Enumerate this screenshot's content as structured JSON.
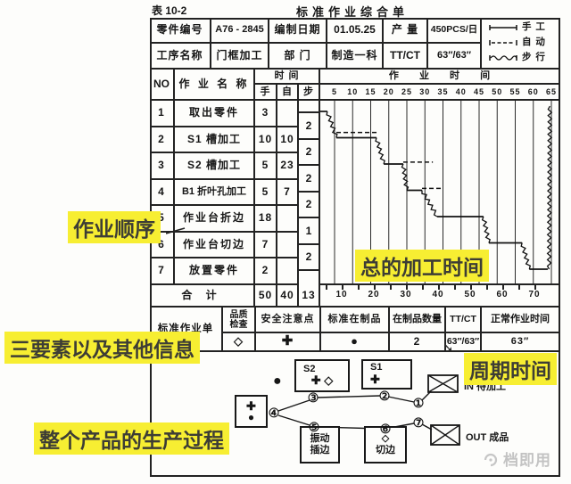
{
  "page": {
    "table_no": "表 10-2",
    "title": "标准作业综合单"
  },
  "info": {
    "part_no_label": "零件编号",
    "part_no": "A76 - 2845",
    "date_label": "编制日期",
    "date": "01.05.25",
    "output_label": "产 量",
    "output": "450PCS/日",
    "process_label": "工序名称",
    "process": "门框加工",
    "dept_label": "部 门",
    "dept": "制造一科",
    "ttct_label": "TT/CT",
    "ttct": "63″/63″"
  },
  "legend": {
    "manual": "手 工",
    "auto": "自 动",
    "walk": "步 行"
  },
  "ops_table": {
    "no_label": "NO",
    "name_label": "作 业 名 称",
    "time_label": "时 间",
    "manual_label": "手",
    "auto_label": "自",
    "walk_label": "步",
    "chart_label": "作 业 时 间",
    "rows": [
      {
        "no": "1",
        "name": "取出零件",
        "manual": "3",
        "auto": ""
      },
      {
        "no": "2",
        "name": "S1 槽加工",
        "manual": "10",
        "auto": "10"
      },
      {
        "no": "3",
        "name": "S2 槽加工",
        "manual": "5",
        "auto": "23"
      },
      {
        "no": "4",
        "name": "B1 折叶孔加工",
        "manual": "5",
        "auto": "7"
      },
      {
        "no": "5",
        "name": "作业台折边",
        "manual": "18",
        "auto": ""
      },
      {
        "no": "6",
        "name": "作业台切边",
        "manual": "7",
        "auto": ""
      },
      {
        "no": "7",
        "name": "放置零件",
        "manual": "2",
        "auto": ""
      }
    ],
    "walk_values": [
      "2",
      "2",
      "2",
      "2",
      "1",
      "2"
    ],
    "total_label": "合  计",
    "total_manual": "50",
    "total_auto": "40",
    "total_walk": "13"
  },
  "summary": {
    "sheet_label": "标准作业单",
    "quality_label_1": "品质",
    "quality_label_2": "检查",
    "quality_symbol": "◇",
    "safety_label": "安全注意点",
    "safety_symbol": "✚",
    "std_wip_label": "标准在制品",
    "std_wip_symbol": "●",
    "wip_qty_label": "在制品数量",
    "wip_qty": "2",
    "ttct_label": "TT/CT",
    "ttct": "63″/63″",
    "normal_time_label": "正常作业时间",
    "normal_time": "63″"
  },
  "flow": {
    "s2_label": "S2",
    "s2_symbols": "✚ ◇",
    "s1_label": "S1",
    "s1_symbols": "✚",
    "b1_symbol_top": "✚",
    "b1_symbol_bottom": "●",
    "loose_dot": "●",
    "steps": [
      "①",
      "②",
      "③",
      "④",
      "⑤",
      "⑥",
      "⑦"
    ],
    "in_label": "IN 待加工",
    "out_label": "OUT 成品",
    "bench1_line1": "振动",
    "bench1_line2": "插边",
    "bench2_symbol": "◇",
    "bench2_label": "切边"
  },
  "annotations": {
    "sequence": "作业顺序",
    "total_time": "总的加工时间",
    "three_elements": "三要素以及其他信息",
    "cycle_time": "周期时间",
    "production_process": "整个产品的生产过程"
  },
  "icons": {
    "cycle_time_arrow": "➘"
  },
  "watermark": "档即用",
  "chart_data": {
    "type": "line",
    "title": "作业时间 step chart (standard work combination)",
    "x_ticks_top": [
      5,
      10,
      15,
      20,
      25,
      30,
      35,
      40,
      45,
      50,
      55,
      60,
      65
    ],
    "x_ticks_bottom": [
      10,
      20,
      30,
      40,
      50,
      60,
      70
    ],
    "x_range": [
      0,
      67
    ],
    "rows": 7,
    "legend": [
      {
        "style": "solid",
        "label": "手工"
      },
      {
        "style": "dashed",
        "label": "自动"
      },
      {
        "style": "wavy",
        "label": "步行"
      }
    ],
    "segments": [
      {
        "style": "manual",
        "t1": 0,
        "r1": 1,
        "t2": 3,
        "r2": 1
      },
      {
        "style": "walk",
        "t1": 3,
        "r1": 1,
        "t2": 5.5,
        "r2": 2
      },
      {
        "style": "auto",
        "t1": 5.5,
        "r1": 1.8,
        "t2": 16.8,
        "r2": 1.8
      },
      {
        "style": "manual",
        "t1": 5.5,
        "r1": 2,
        "t2": 16.6,
        "r2": 2
      },
      {
        "style": "walk",
        "t1": 16.6,
        "r1": 2,
        "t2": 18.6,
        "r2": 3
      },
      {
        "style": "manual",
        "t1": 18.6,
        "r1": 3,
        "t2": 24,
        "r2": 3
      },
      {
        "style": "auto",
        "t1": 24,
        "r1": 2.93,
        "t2": 32.2,
        "r2": 2.93
      },
      {
        "style": "walk",
        "t1": 24,
        "r1": 3,
        "t2": 25,
        "r2": 4
      },
      {
        "style": "manual",
        "t1": 25,
        "r1": 4,
        "t2": 29.2,
        "r2": 4
      },
      {
        "style": "auto",
        "t1": 29.2,
        "r1": 3.93,
        "t2": 34.6,
        "r2": 3.93
      },
      {
        "style": "walk",
        "t1": 29.2,
        "r1": 4,
        "t2": 33.4,
        "r2": 5
      },
      {
        "style": "manual",
        "t1": 33.4,
        "r1": 5,
        "t2": 46.2,
        "r2": 5
      },
      {
        "style": "walk",
        "t1": 46.2,
        "r1": 5,
        "t2": 47.7,
        "r2": 6
      },
      {
        "style": "manual",
        "t1": 47.7,
        "r1": 6,
        "t2": 56.9,
        "r2": 6
      },
      {
        "style": "walk",
        "t1": 56.9,
        "r1": 6,
        "t2": 58.9,
        "r2": 7
      },
      {
        "style": "manual",
        "t1": 58.9,
        "r1": 7,
        "t2": 64,
        "r2": 7
      },
      {
        "style": "walk",
        "t1": 64.6,
        "r1": 0.8,
        "t2": 64.4,
        "r2": 7
      }
    ]
  }
}
